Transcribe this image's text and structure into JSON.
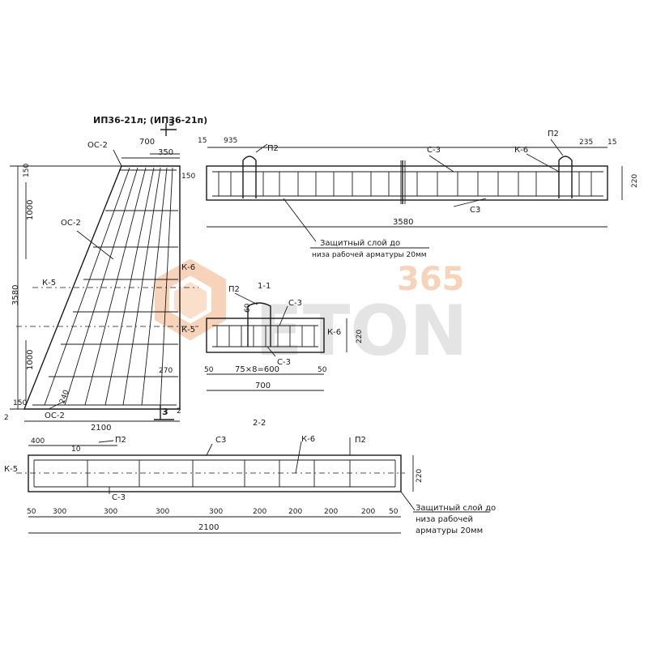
{
  "title": "ИП36-21л; (ИП36-21п)",
  "section_marks": {
    "s3_top": "3",
    "s3_bottom": "3",
    "s1": "1-1",
    "s2": "2-2"
  },
  "plan": {
    "oc2_top": "ОС-2",
    "oc2_mid": "ОС-2",
    "oc2_bottom": "ОС-2",
    "k5_left": "К-5",
    "k5_right": "К-5",
    "k6_right": "К-6",
    "dim_top_700": "700",
    "dim_top_350": "350",
    "dim_left_150": "150",
    "dim_right_150": "150",
    "dim_1000_top": "1000",
    "dim_3580": "3580",
    "dim_1000_bottom": "1000",
    "dim_150_bottom": "150",
    "dim_2_left": "2",
    "dim_2_right": "2",
    "dim_270": "270",
    "dim_240": "240",
    "dim_2100": "2100"
  },
  "elevation": {
    "dim_15_left": "15",
    "dim_935": "935",
    "p2_left": "П2",
    "c3_top": "С-3",
    "k6": "К-6",
    "p2_right": "П2",
    "dim_235": "235",
    "dim_15_right": "15",
    "dim_220": "220",
    "c3_bottom": "С3",
    "dim_3580": "3580",
    "note_line1": "Защитный слой до",
    "note_line2": "низа рабочей арматуры 20мм"
  },
  "section11": {
    "p2": "П2",
    "c3_top": "С-3",
    "k6": "К-6",
    "dim_60": "60",
    "dim_220": "220",
    "c3_bottom": "С-3",
    "dim_50_left": "50",
    "dim_span": "75×8=600",
    "dim_50_right": "50",
    "dim_700": "700"
  },
  "section22": {
    "dim_400": "400",
    "dim_10": "10",
    "p2_left": "П2",
    "c3_top": "С3",
    "k6": "К-6",
    "p2_right": "П2",
    "k5": "К-5",
    "dim_220": "220",
    "c3_bottom": "С-3",
    "spacing": [
      "50",
      "300",
      "300",
      "300",
      "300",
      "200",
      "200",
      "200",
      "200",
      "50"
    ],
    "dim_2100": "2100",
    "note_line1": "Защитный слой до",
    "note_line2": "низа рабочей",
    "note_line3": "арматуры 20мм"
  },
  "watermark": {
    "number": "365",
    "word": "ETON",
    "color": "#f0a070"
  }
}
